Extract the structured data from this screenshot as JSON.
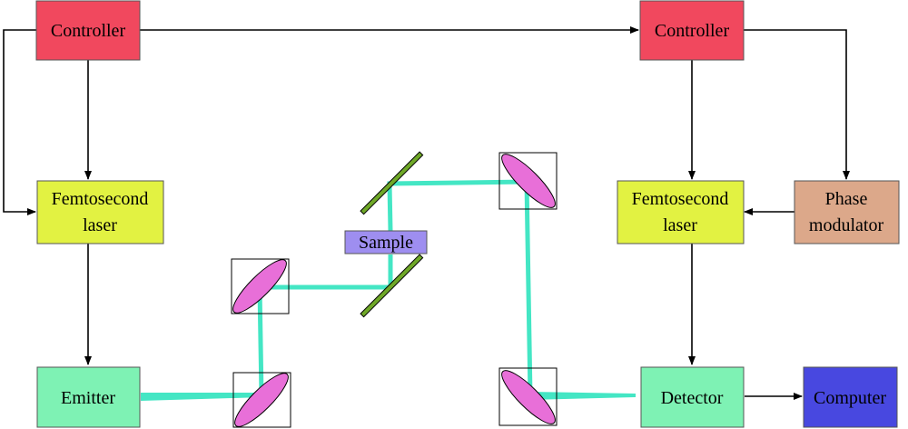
{
  "diagram": {
    "nodes": {
      "controller_left": {
        "label": "Controller",
        "color": "#f1485e"
      },
      "controller_right": {
        "label": "Controller",
        "color": "#f1485e"
      },
      "laser_left": {
        "line1": "Femtosecond",
        "line2": "laser",
        "color": "#e2f242"
      },
      "laser_right": {
        "line1": "Femtosecond",
        "line2": "laser",
        "color": "#e2f242"
      },
      "phase_modulator": {
        "line1": "Phase",
        "line2": "modulator",
        "color": "#dca88a"
      },
      "emitter": {
        "label": "Emitter",
        "color": "#7ef2b4"
      },
      "detector": {
        "label": "Detector",
        "color": "#7ef2b4"
      },
      "computer": {
        "label": "Computer",
        "color": "#4848e0"
      },
      "sample": {
        "label": "Sample",
        "color": "#9e8ef0"
      }
    },
    "beam_color": "#44e6c4",
    "lens_color": "#e86fd8",
    "mirror_color": "#6fa828",
    "edges": [
      {
        "from": "controller_left",
        "to": "controller_right"
      },
      {
        "from": "controller_left",
        "to": "laser_left"
      },
      {
        "from": "controller_left",
        "to": "laser_left",
        "route": "left-side loop"
      },
      {
        "from": "laser_left",
        "to": "emitter"
      },
      {
        "from": "controller_right",
        "to": "laser_right"
      },
      {
        "from": "controller_right",
        "to": "phase_modulator"
      },
      {
        "from": "phase_modulator",
        "to": "laser_right"
      },
      {
        "from": "laser_right",
        "to": "detector"
      },
      {
        "from": "detector",
        "to": "computer"
      }
    ]
  }
}
